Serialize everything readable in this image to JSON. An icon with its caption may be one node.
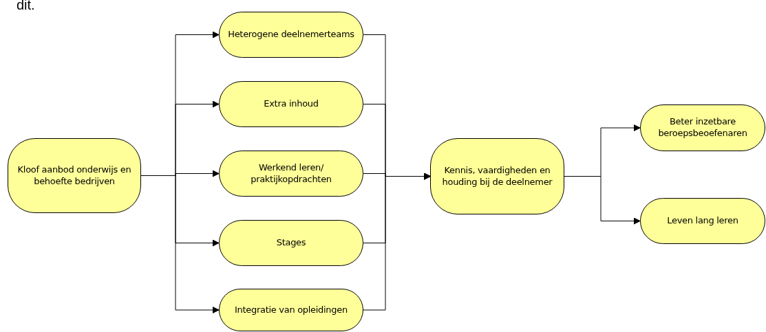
{
  "diagram": {
    "nodes": [
      {
        "text": [
          "Kloof aanbod onderwijs en behoefte bedrijven"
        ]
      },
      {
        "text": [
          "Heterogene deelnemerteams"
        ]
      },
      {
        "text": [
          "Extra inhoud"
        ]
      },
      {
        "text": [
          "Werkend leren/ praktijkopdrachten"
        ]
      },
      {
        "text": [
          "Stages"
        ]
      },
      {
        "text": [
          "Integratie van opleidingen"
        ]
      },
      {
        "text": [
          "Kennis, vaardigheden en houding bij de deelnemer"
        ]
      },
      {
        "text": [
          "Beter inzetbare beroepsbeoefenaren"
        ]
      },
      {
        "text": [
          "Leven lang leren"
        ]
      }
    ],
    "edges": [
      {
        "from": 0,
        "to": 1,
        "arrow": "to"
      },
      {
        "from": 0,
        "to": 2,
        "arrow": "to"
      },
      {
        "from": 0,
        "to": 3,
        "arrow": "to"
      },
      {
        "from": 0,
        "to": 4,
        "arrow": "to"
      },
      {
        "from": 0,
        "to": 5,
        "arrow": "to"
      },
      {
        "from": 1,
        "to": 6,
        "arrow": "to"
      },
      {
        "from": 2,
        "to": 6,
        "arrow": "to"
      },
      {
        "from": 3,
        "to": 6,
        "arrow": "to"
      },
      {
        "from": 4,
        "to": 6,
        "arrow": "to"
      },
      {
        "from": 5,
        "to": 6,
        "arrow": "to"
      },
      {
        "from": 6,
        "to": 7,
        "arrow": "to"
      },
      {
        "from": 6,
        "to": 8,
        "arrow": "to"
      }
    ],
    "labels": [
      "dit."
    ]
  }
}
